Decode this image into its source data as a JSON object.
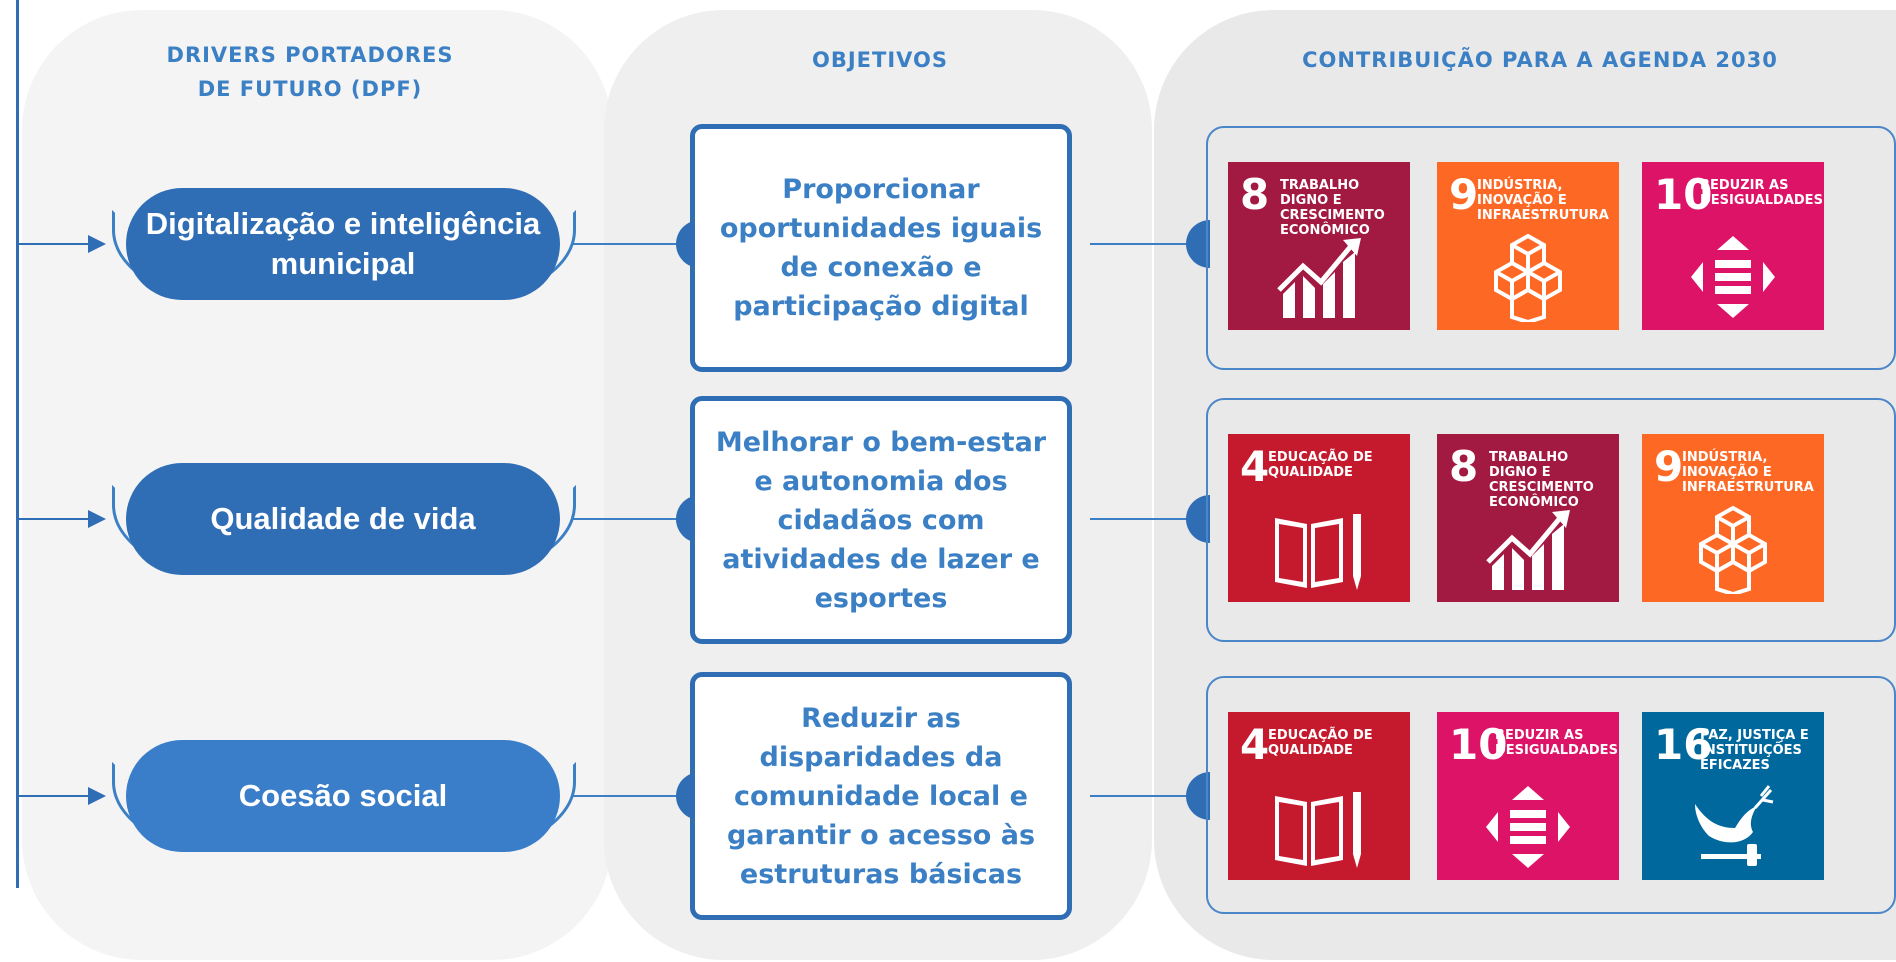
{
  "headers": {
    "drivers": "DRIVERS PORTADORES\nDE FUTURO (DPF)",
    "objectives": "OBJETIVOS",
    "contribution": "CONTRIBUIÇÃO PARA A AGENDA 2030"
  },
  "rows": [
    {
      "driver": "Digitalização e inteligência municipal",
      "objective": "Proporcionar oportunidades iguais de conexão e participação digital",
      "sdgs": [
        {
          "num": "8",
          "title": "Trabalho digno e crescimento econômico",
          "color": "#a21942",
          "icon": "growth-chart-icon"
        },
        {
          "num": "9",
          "title": "Indústria, inovação e infraestrutura",
          "color": "#fd6925",
          "icon": "cubes-icon"
        },
        {
          "num": "10",
          "title": "Reduzir as desigualdades",
          "color": "#dd1367",
          "icon": "equality-icon"
        }
      ]
    },
    {
      "driver": "Qualidade de vida",
      "objective": "Melhorar o bem-estar e autonomia dos cidadãos com atividades de lazer e esportes",
      "sdgs": [
        {
          "num": "4",
          "title": "Educação de qualidade",
          "color": "#c5192d",
          "icon": "book-pencil-icon"
        },
        {
          "num": "8",
          "title": "Trabalho digno e crescimento econômico",
          "color": "#a21942",
          "icon": "growth-chart-icon"
        },
        {
          "num": "9",
          "title": "Indústria, inovação e infraestrutura",
          "color": "#fd6925",
          "icon": "cubes-icon"
        }
      ]
    },
    {
      "driver": "Coesão social",
      "objective": "Reduzir as disparidades da comunidade local e garantir o acesso às estruturas básicas",
      "sdgs": [
        {
          "num": "4",
          "title": "Educação de qualidade",
          "color": "#c5192d",
          "icon": "book-pencil-icon"
        },
        {
          "num": "10",
          "title": "Reduzir as desigualdades",
          "color": "#dd1367",
          "icon": "equality-icon"
        },
        {
          "num": "16",
          "title": "Paz, justiça e instituições eficazes",
          "color": "#00689d",
          "icon": "dove-gavel-icon"
        }
      ]
    }
  ],
  "colors": {
    "accent_blue": "#2f6db5",
    "text_blue": "#3b7fc4",
    "driver_fills": [
      "#2f6db5",
      "#2f6db5",
      "#3a7dc9"
    ]
  }
}
